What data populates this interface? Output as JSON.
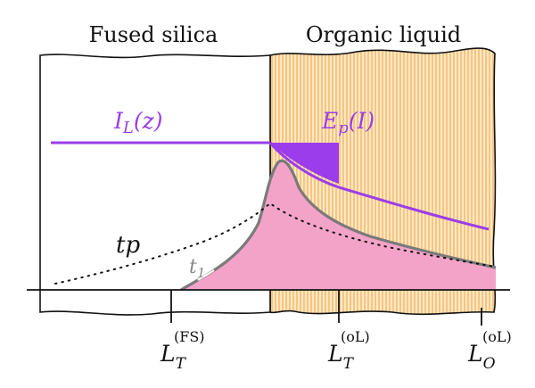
{
  "regions": {
    "left_label": "Fused silica",
    "right_label": "Organic liquid"
  },
  "curves": {
    "intensity_symbol": "I",
    "intensity_subscript": "L",
    "intensity_argument": "(z)",
    "energy_symbol": "E",
    "energy_subscript": "p",
    "energy_argument": "(I)",
    "tp_label": "tp",
    "t1_symbol": "t",
    "t1_subscript": "1"
  },
  "axis_labels": {
    "lt_fs": {
      "main": "L",
      "sub": "T",
      "sup": "(FS)"
    },
    "lt_ol": {
      "main": "L",
      "sub": "T",
      "sup": "(oL)"
    },
    "lo_ol": {
      "main": "L",
      "sub": "O",
      "sup": "(oL)"
    }
  },
  "colors": {
    "violet": "#9b3dea",
    "pink": "#f4a3c8",
    "orange_hatch": "#f2b25f",
    "liquid_bg": "#fde8c4",
    "gray_curve": "#7a7a7a",
    "outline": "#111111"
  }
}
